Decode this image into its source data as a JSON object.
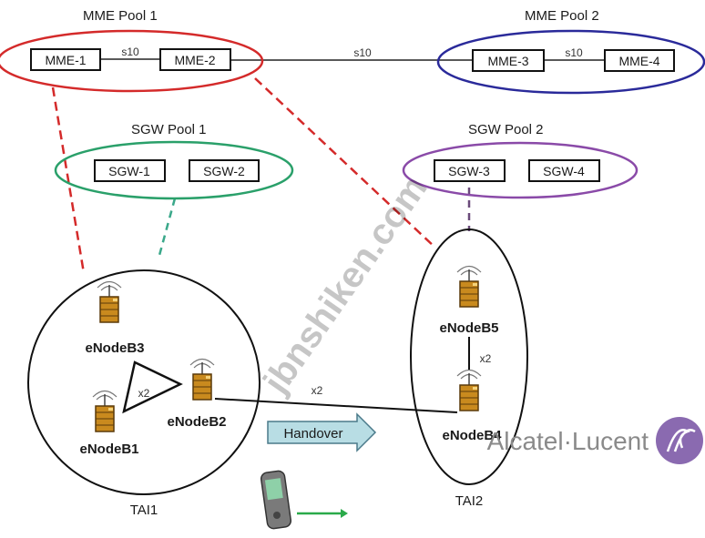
{
  "mme_pool_1": {
    "title": "MME Pool 1",
    "nodes": [
      "MME-1",
      "MME-2"
    ],
    "link": "s10"
  },
  "mme_pool_2": {
    "title": "MME Pool 2",
    "nodes": [
      "MME-3",
      "MME-4"
    ],
    "link": "s10"
  },
  "inter_pool_link": "s10",
  "sgw_pool_1": {
    "title": "SGW Pool 1",
    "nodes": [
      "SGW-1",
      "SGW-2"
    ]
  },
  "sgw_pool_2": {
    "title": "SGW Pool 2",
    "nodes": [
      "SGW-3",
      "SGW-4"
    ]
  },
  "tai1": {
    "label": "TAI1",
    "enodebs": [
      "eNodeB3",
      "eNodeB1",
      "eNodeB2"
    ],
    "x2": "x2"
  },
  "tai2": {
    "label": "TAI2",
    "enodebs": [
      "eNodeB5",
      "eNodeB4"
    ],
    "x2": "x2"
  },
  "inter_tai_x2": "x2",
  "handover": "Handover",
  "watermark": "jbnshiken.com",
  "brand": "Alcatel·Lucent",
  "colors": {
    "mme_pool_1": "#d42a2a",
    "mme_pool_2": "#2a2a9a",
    "sgw_pool_1": "#2aa06a",
    "sgw_pool_2": "#8a4aa8",
    "dash_red": "#d42a2a",
    "dash_green": "#3aa88a",
    "handover_fill": "#b8dde4",
    "brand_logo": "#8a6ab0",
    "motion_arrow": "#2aaa4a"
  },
  "icons": [
    "enodeb-icon",
    "mobile-phone-icon",
    "alcatel-lucent-logo-icon"
  ]
}
